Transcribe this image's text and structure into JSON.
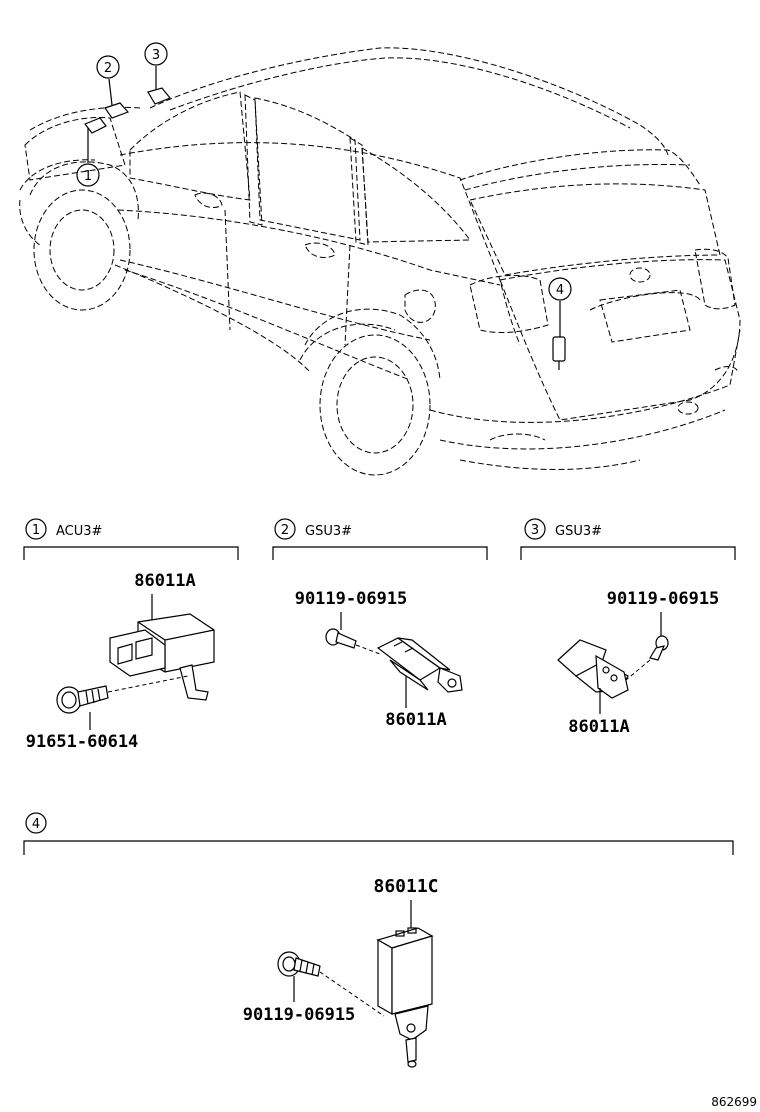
{
  "vehicle_callouts": [
    "1",
    "2",
    "3",
    "4"
  ],
  "sections": [
    {
      "num": "1",
      "label": "ACU3#"
    },
    {
      "num": "2",
      "label": "GSU3#"
    },
    {
      "num": "3",
      "label": "GSU3#"
    },
    {
      "num": "4",
      "label": ""
    }
  ],
  "part_numbers": {
    "s1_sensor": "86011A",
    "s1_bolt": "91651-60614",
    "s2_bolt": "90119-06915",
    "s2_sensor": "86011A",
    "s3_bolt": "90119-06915",
    "s3_sensor": "86011A",
    "s4_sensor": "86011C",
    "s4_bolt": "90119-06915"
  },
  "figure_ref": "862699"
}
